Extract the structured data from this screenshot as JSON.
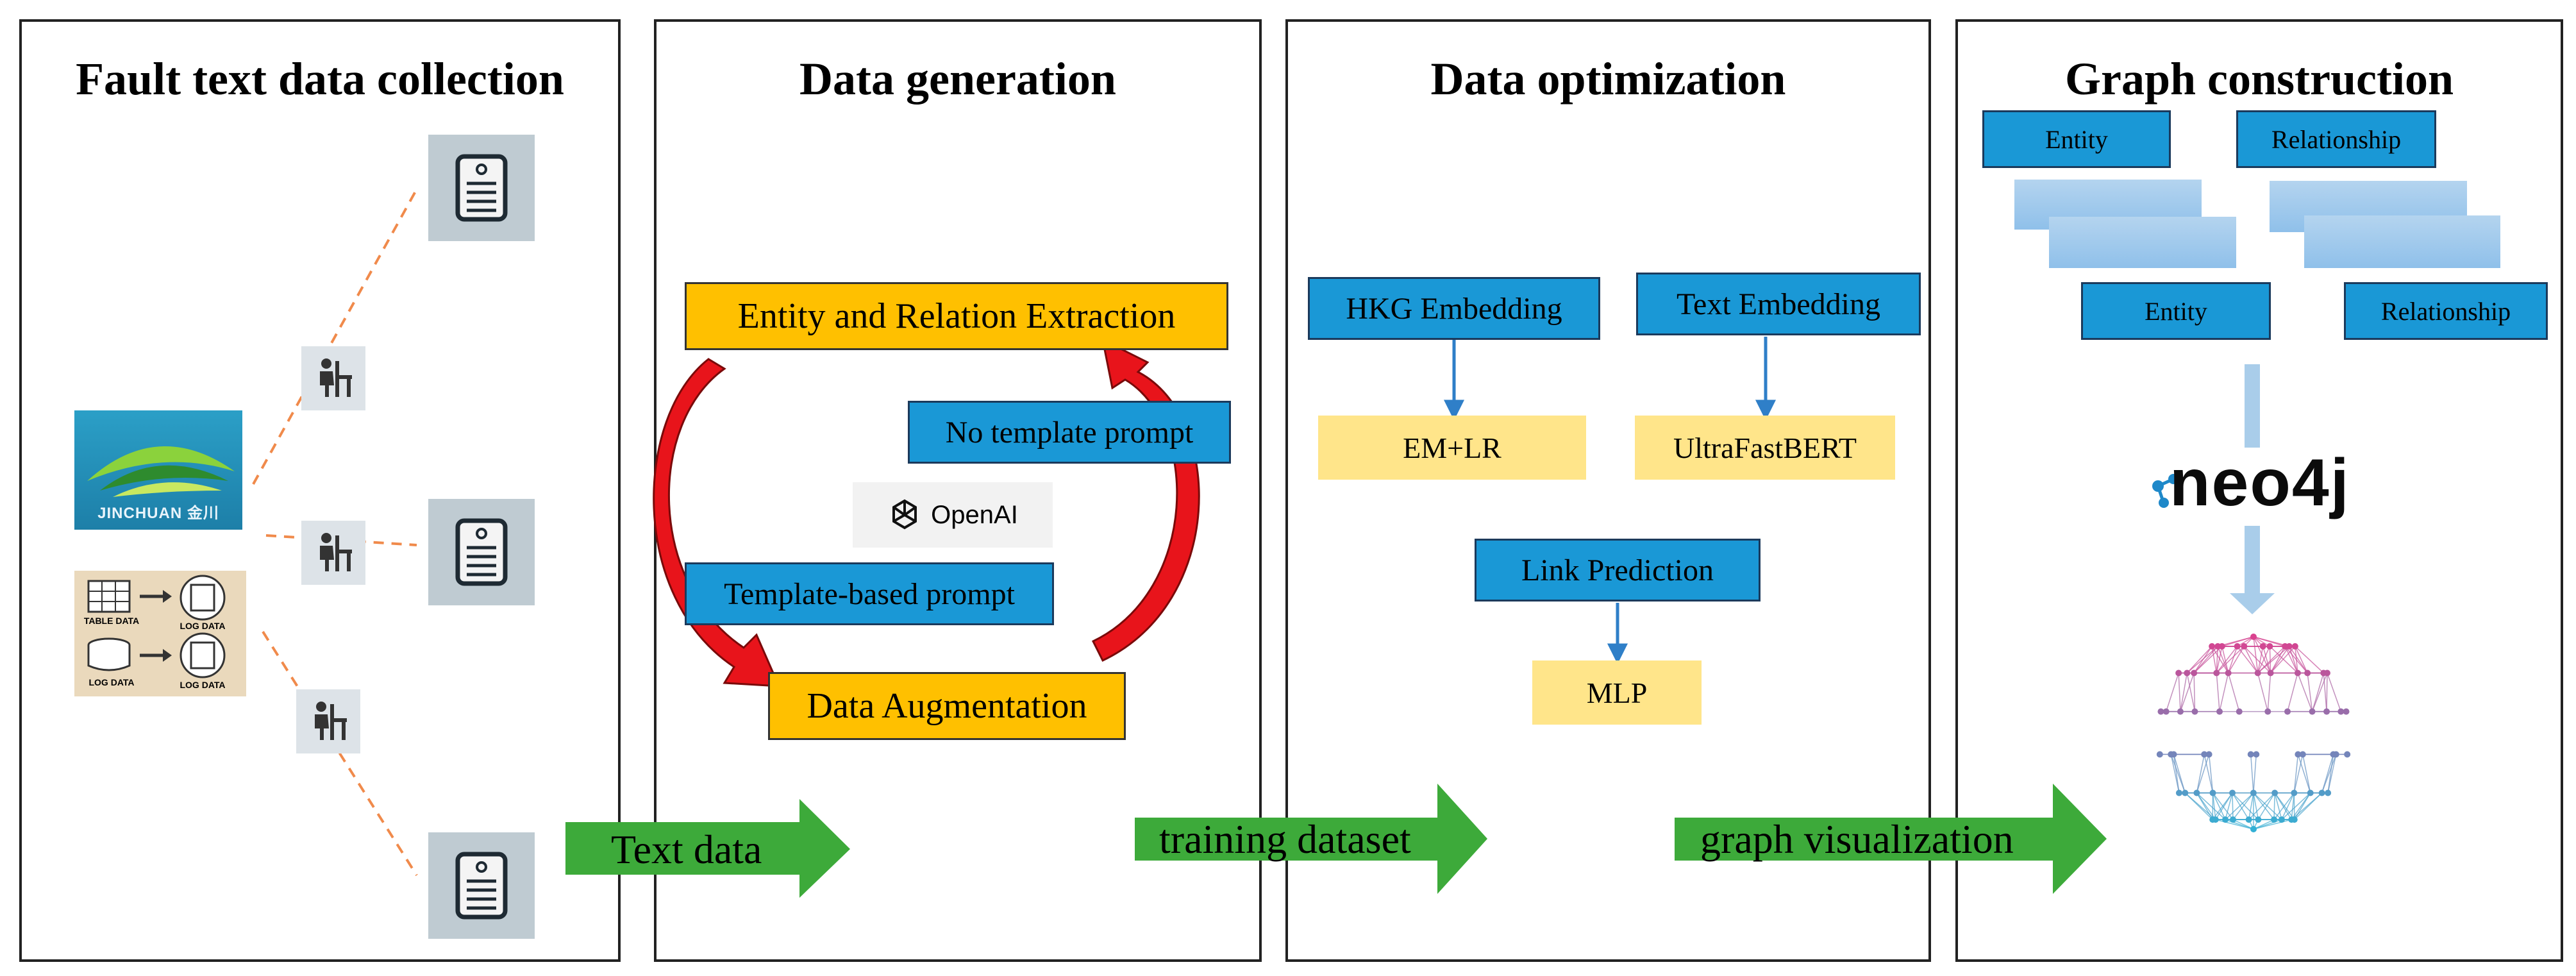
{
  "colors": {
    "orange_box": "#ffc000",
    "blue_box": "#1a98d6",
    "yellow_box": "#ffe58a",
    "green_arrow": "#3daa3a",
    "red_arrow": "#e8141b",
    "dashed_line": "#f08a4b",
    "ghost_box": "#9cc6ea",
    "connector_blue": "#2f7fc8",
    "sphere_pink": "#e23c8c",
    "sphere_cyan": "#2bb6d8"
  },
  "panels": {
    "collection": {
      "title": "Fault text data collection",
      "jinchuan_logo_text": "JINCHUAN 金川",
      "table_data_label": "TABLE DATA",
      "log_data_label": "LOG DATA"
    },
    "generation": {
      "title": "Data generation",
      "extraction_label": "Entity and Relation Extraction",
      "no_template_label": "No template prompt",
      "openai_label": "OpenAI",
      "template_label": "Template-based prompt",
      "augmentation_label": "Data Augmentation"
    },
    "optimization": {
      "title": "Data optimization",
      "hkg_label": "HKG Embedding",
      "text_embedding_label": "Text Embedding",
      "emlr_label": "EM+LR",
      "ultrafastbert_label": "UltraFastBERT",
      "link_prediction_label": "Link Prediction",
      "mlp_label": "MLP"
    },
    "graph": {
      "title": "Graph construction",
      "entity_label": "Entity",
      "relationship_label": "Relationship",
      "neo4j_label": "neo4j"
    }
  },
  "flow_arrows": {
    "text_data": "Text data",
    "training_dataset": "training dataset",
    "graph_visualization": "graph visualization"
  },
  "icons": {
    "document": "document-icon",
    "worker": "worker-at-desk-icon",
    "openai": "openai-logo-icon",
    "neo4j": "neo4j-logo-icon",
    "graph_sphere": "network-sphere-icon"
  }
}
